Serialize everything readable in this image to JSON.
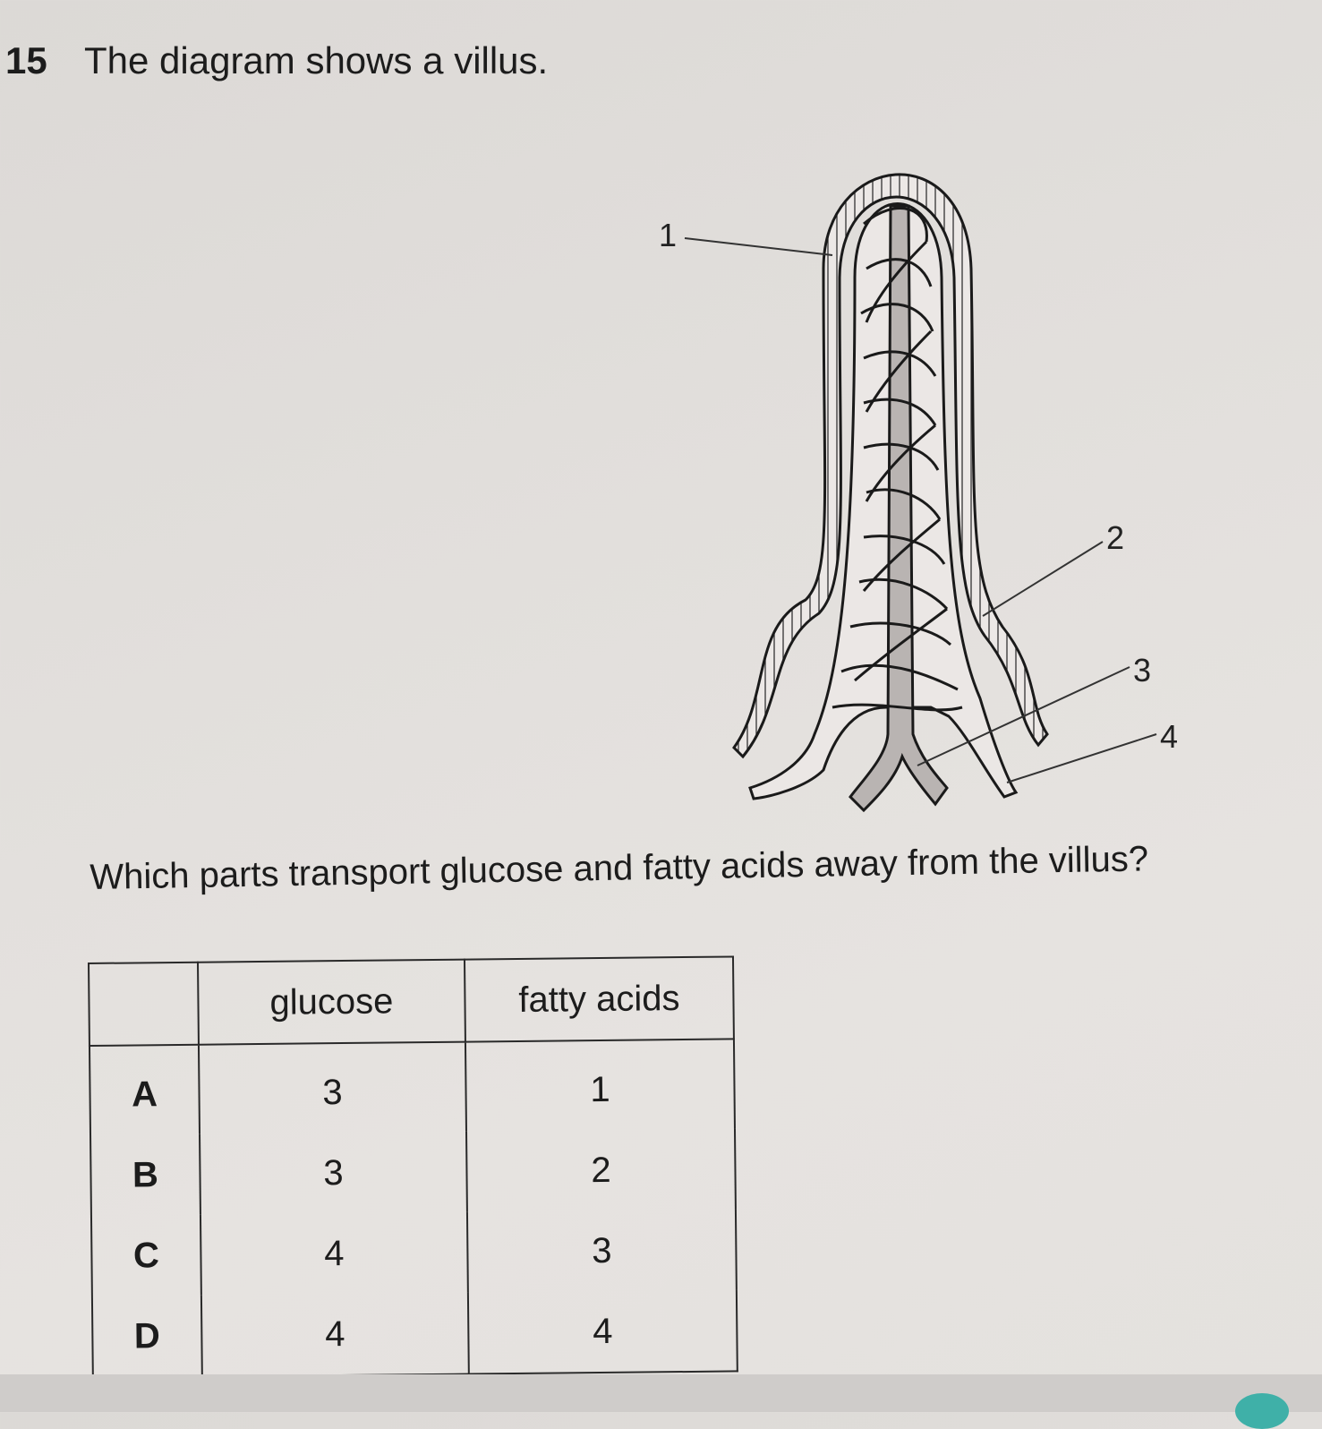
{
  "question": {
    "number": "15",
    "intro": "The diagram shows a villus.",
    "prompt": "Which parts transport glucose and fatty acids away from the villus?"
  },
  "diagram": {
    "subject": "villus",
    "labels": [
      "1",
      "2",
      "3",
      "4"
    ]
  },
  "table": {
    "headers": [
      "",
      "glucose",
      "fatty acids"
    ],
    "rows": [
      {
        "option": "A",
        "glucose": "3",
        "fatty_acids": "1"
      },
      {
        "option": "B",
        "glucose": "3",
        "fatty_acids": "2"
      },
      {
        "option": "C",
        "glucose": "4",
        "fatty_acids": "3"
      },
      {
        "option": "D",
        "glucose": "4",
        "fatty_acids": "4"
      }
    ]
  }
}
